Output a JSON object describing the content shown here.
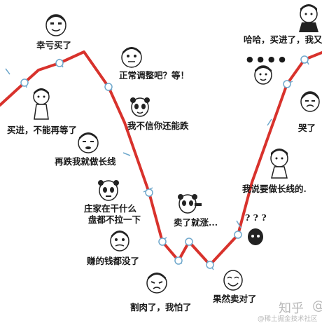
{
  "captions": {
    "lucky_bought": "幸亏买了",
    "bought_cant_wait": "买进，不能再等了",
    "normal_adjust": "正常调整吧？等！",
    "dont_believe": "我不信你还能跌",
    "if_drops_go_long": "再跌我就做长线",
    "dealer_line1": "庄家在干什么",
    "dealer_line2": "盘都不拉一下",
    "profit_gone": "赚的钱都没了",
    "cut_loss": "割肉了，我怕了",
    "sold_it_rises": "卖了就涨...",
    "question_marks": "? ? ?",
    "indeed_sold_right": "果然卖对了",
    "going_long_said": "我说要做长线的.",
    "cried": "哭了",
    "haha_bought_again": "哈哈，买进了，我又",
    "dots": "● ● ● ●"
  },
  "watermarks": {
    "zhihu": "知乎",
    "zhihu_at": "@",
    "juejin": "@稀土掘金技术社区"
  },
  "colors": {
    "line": "#d8322c",
    "tick": "#6fa8cc",
    "text": "#1a1a1a",
    "watermark": "#b8b8b8"
  },
  "icons": [
    "meme-face",
    "panda-face",
    "question-face",
    "smiling-face",
    "crying-face"
  ]
}
